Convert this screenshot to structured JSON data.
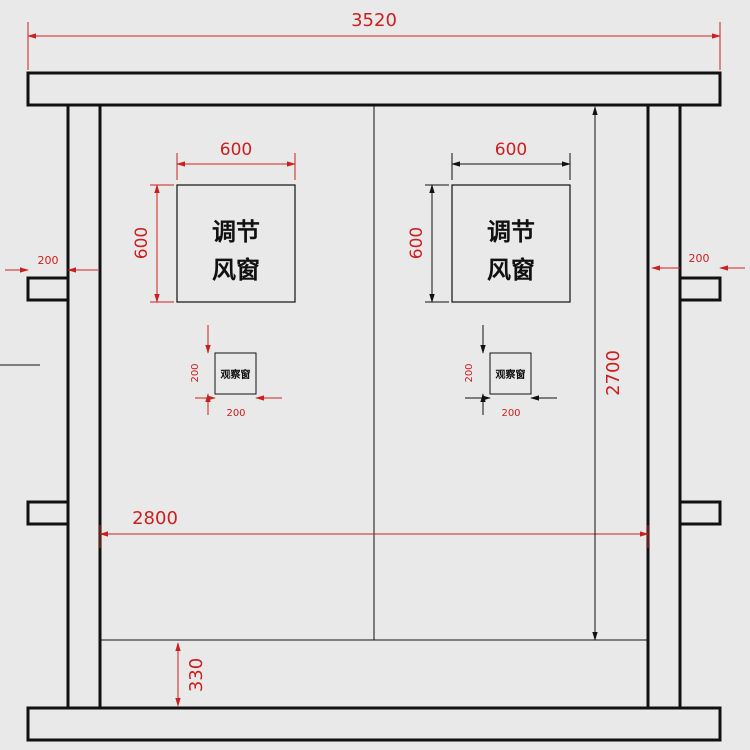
{
  "dimensions": {
    "overall_width": "3520",
    "opening_width": "2800",
    "door_height": "2700",
    "sill_height": "330",
    "post_offset_left": "200",
    "post_offset_right": "200"
  },
  "left_leaf": {
    "vent": {
      "width": "600",
      "height": "600",
      "label_line1": "调节",
      "label_line2": "风窗"
    },
    "viewport": {
      "label": "观察窗",
      "width": "200",
      "height": "200"
    }
  },
  "right_leaf": {
    "vent": {
      "width": "600",
      "height": "600",
      "label_line1": "调节",
      "label_line2": "风窗"
    },
    "viewport": {
      "label": "观察窗",
      "width": "200",
      "height": "200"
    }
  },
  "colors": {
    "background": "#e9e9e9",
    "line": "#111111",
    "dimension": "#cc1f1f"
  }
}
